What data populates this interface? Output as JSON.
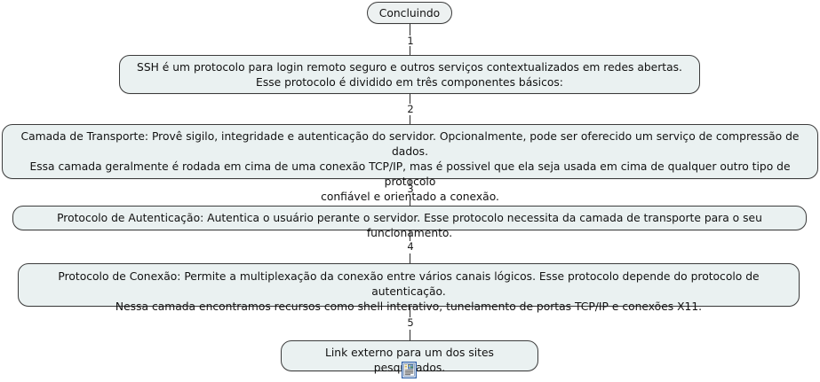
{
  "diagram": {
    "title": "Concluindo",
    "orientation": "vertical-flow",
    "colors": {
      "node_fill": "#eaf1f1",
      "node_border": "#3c3c3c",
      "connector": "#2b2b2b",
      "text": "#111111"
    },
    "nodes": [
      {
        "id": "node-start",
        "label": "Concluindo",
        "shape": "rounded-rect"
      },
      {
        "id": "node-ssh-intro",
        "label": "SSH é um protocolo para login remoto seguro e outros serviços contextualizados em redes abertas.\nEsse protocolo é dividido em três componentes básicos:",
        "shape": "rounded-rect"
      },
      {
        "id": "node-camada-transporte",
        "label": "Camada de Transporte: Provê sigilo, integridade e autenticação do servidor. Opcionalmente, pode ser oferecido um serviço de compressão de dados.\nEssa camada geralmente é rodada em cima de uma conexão TCP/IP, mas é possivel que ela seja usada em cima de qualquer outro tipo de protocolo\nconfiável e orientado a conexão.",
        "shape": "rounded-rect"
      },
      {
        "id": "node-protocolo-autenticacao",
        "label": "Protocolo de Autenticação: Autentica o usuário perante o servidor. Esse protocolo necessita da camada de transporte para o seu funcionamento.",
        "shape": "rounded-rect"
      },
      {
        "id": "node-protocolo-conexao",
        "label": "Protocolo de Conexão: Permite a multiplexação da conexão entre vários canais lógicos. Esse protocolo depende do protocolo de autenticação.\nNessa camada encontramos recursos como shell interativo, tunelamento de portas TCP/IP e conexões X11.",
        "shape": "rounded-rect"
      },
      {
        "id": "node-link-externo",
        "label": "Link externo para um dos sites pesquisados.",
        "shape": "rounded-rect"
      }
    ],
    "connectors": [
      {
        "id": "connector-1",
        "number": "1",
        "from": "node-start",
        "to": "node-ssh-intro"
      },
      {
        "id": "connector-2",
        "number": "2",
        "from": "node-ssh-intro",
        "to": "node-camada-transporte"
      },
      {
        "id": "connector-3",
        "number": "3",
        "from": "node-camada-transporte",
        "to": "node-protocolo-autenticacao"
      },
      {
        "id": "connector-4",
        "number": "4",
        "from": "node-protocolo-autenticacao",
        "to": "node-protocolo-conexao"
      },
      {
        "id": "connector-5",
        "number": "5",
        "from": "node-protocolo-conexao",
        "to": "node-link-externo"
      }
    ],
    "icons": [
      {
        "id": "document-icon",
        "name": "document-icon"
      }
    ]
  }
}
